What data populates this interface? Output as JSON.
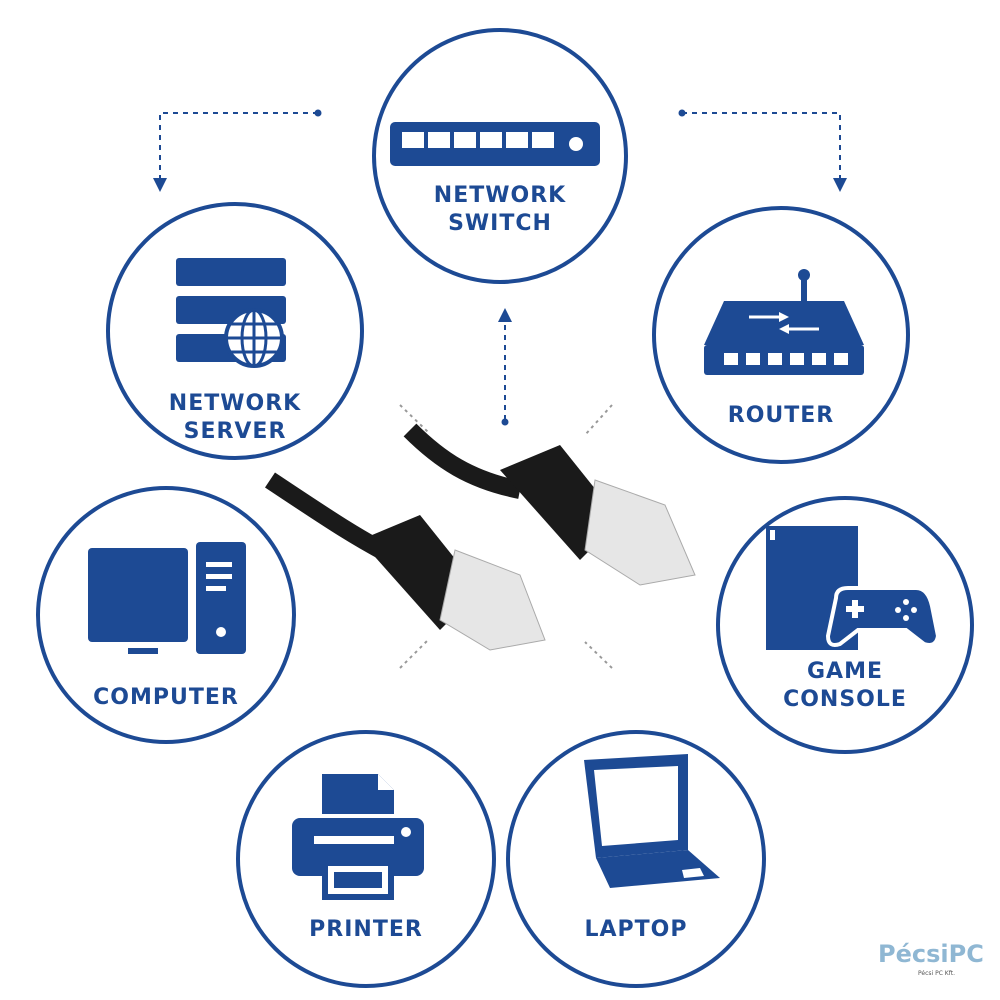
{
  "nodes": {
    "switch": {
      "label_1": "NETWORK",
      "label_2": "SWITCH"
    },
    "server": {
      "label_1": "NETWORK",
      "label_2": "SERVER"
    },
    "router": {
      "label_1": "ROUTER"
    },
    "computer": {
      "label_1": "COMPUTER"
    },
    "console": {
      "label_1": "GAME",
      "label_2": "CONSOLE"
    },
    "printer": {
      "label_1": "PRINTER"
    },
    "laptop": {
      "label_1": "LAPTOP"
    }
  },
  "watermark": {
    "brand": "PécsiPC",
    "sub": "Pécsi PC Kft."
  },
  "colors": {
    "accent": "#1d4a94",
    "cable": "#1a1a1a"
  }
}
